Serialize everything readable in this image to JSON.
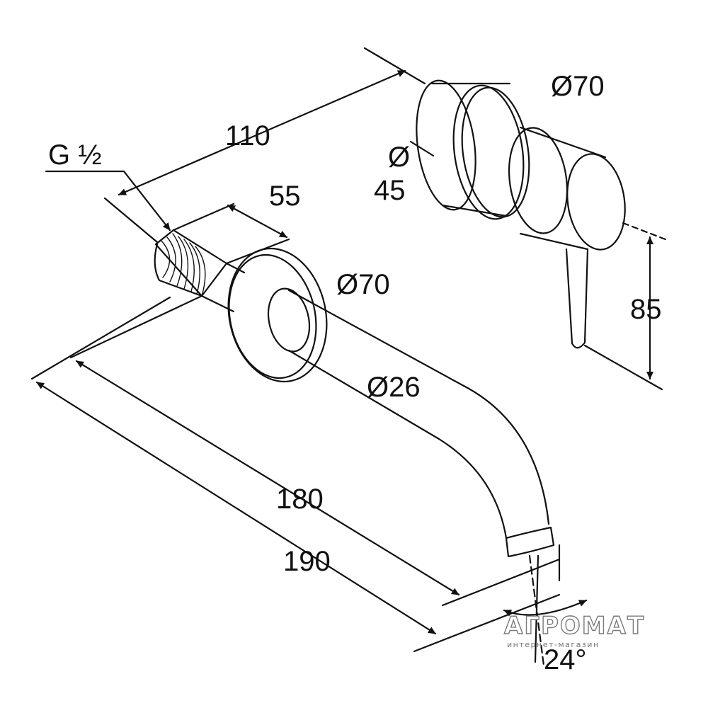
{
  "dimensions": {
    "thread": "G ½",
    "length_110": "110",
    "diameter_45_symbol": "Ø",
    "diameter_45_value": "45",
    "diameter_70_top": "Ø70",
    "length_55": "55",
    "diameter_70_flange": "Ø70",
    "height_85": "85",
    "diameter_26": "Ø26",
    "length_180": "180",
    "length_190": "190",
    "angle": "24°"
  },
  "watermark": {
    "brand": "АГРОМАТ",
    "tagline": "интернет-магазин"
  },
  "colors": {
    "line": "#111111",
    "background": "#ffffff",
    "watermark": "#7a7a7a"
  }
}
